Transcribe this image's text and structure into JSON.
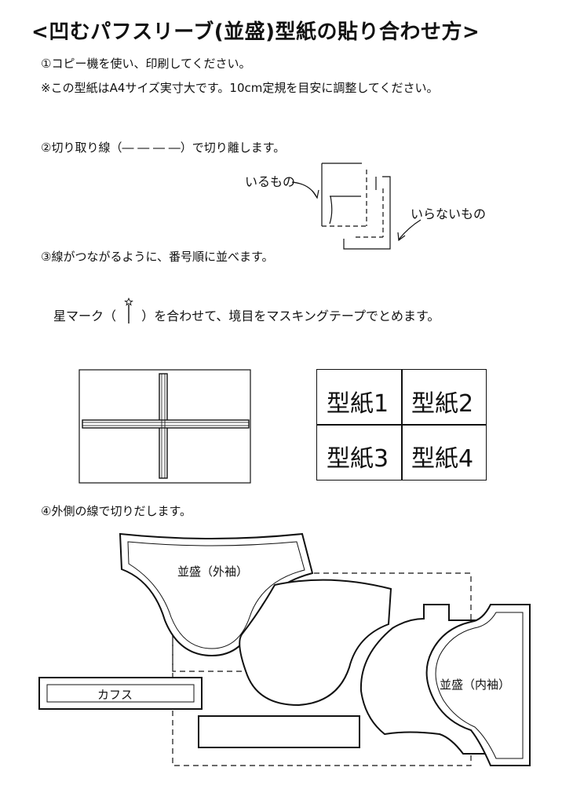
{
  "title": "<凹むパフスリーブ(並盛)型紙の貼り合わせ方>",
  "step1": "①コピー機を使い、印刷してください。",
  "note": "※この型紙はA4サイズ実寸大です。10cm定規を目安に調整してください。",
  "step2": "②切り取り線（― ― ― ―）で切り離します。",
  "keep_label": "いるもの",
  "discard_label": "いらないもの",
  "step3": "③線がつながるように、番号順に並べます。",
  "star_before": "星マーク（",
  "star_after": "）を合わせて、境目をマスキングテープでとめます。",
  "grid": {
    "cells": [
      "型紙1",
      "型紙2",
      "型紙3",
      "型紙4"
    ]
  },
  "step4": "④外側の線で切りだします。",
  "pieces": {
    "outer_sleeve": "並盛（外袖）",
    "inner_sleeve": "並盛（内袖）",
    "cuffs": "カフス"
  }
}
